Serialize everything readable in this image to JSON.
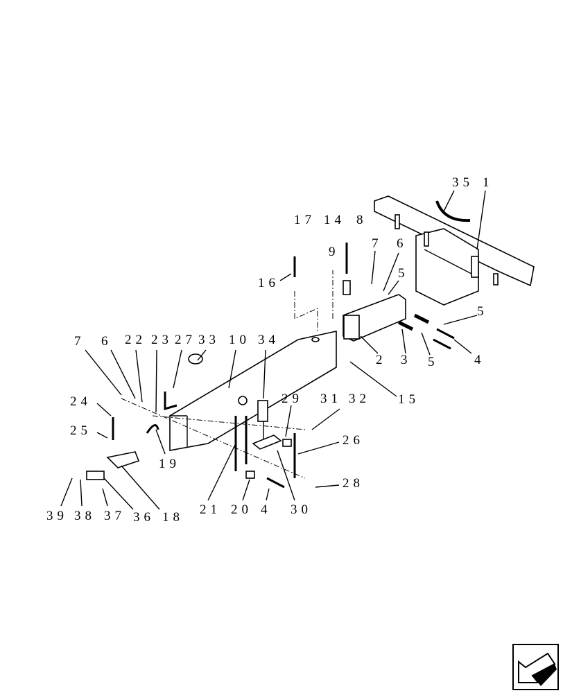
{
  "labels": [
    "35",
    "1",
    "17",
    "14",
    "8",
    "9",
    "7",
    "6",
    "5",
    "16",
    "5",
    "2",
    "3",
    "5",
    "4",
    "15",
    "7",
    "6",
    "22",
    "23",
    "27",
    "33",
    "10",
    "34",
    "24",
    "25",
    "19",
    "29",
    "31",
    "32",
    "26",
    "28",
    "39",
    "38",
    "37",
    "36",
    "18",
    "21",
    "20",
    "4",
    "30"
  ],
  "nav_icon": "arrow-down-left-icon"
}
